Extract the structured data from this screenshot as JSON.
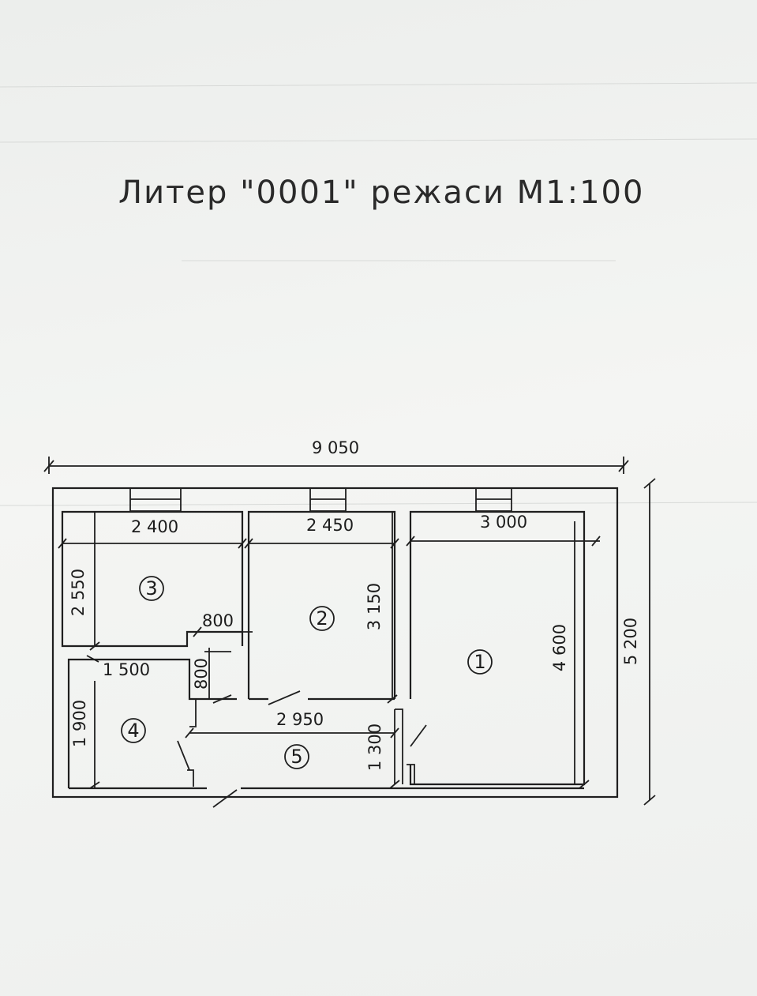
{
  "title": "Литер \"0001\" режаси М1:100",
  "dimensions": {
    "overall_width": "9 050",
    "overall_height": "5 200",
    "room3_width": "2 400",
    "room3_height": "2 550",
    "room2_width": "2 450",
    "room2_height": "3 150",
    "room1_width": "3 000",
    "room1_height": "4 600",
    "niche_width": "800",
    "niche_height": "800",
    "room4_width": "1 500",
    "room4_height": "1 900",
    "corridor_width": "2 950",
    "corridor_height": "1 300"
  },
  "rooms": {
    "r1": "1",
    "r2": "2",
    "r3": "3",
    "r4": "4",
    "r5": "5"
  }
}
